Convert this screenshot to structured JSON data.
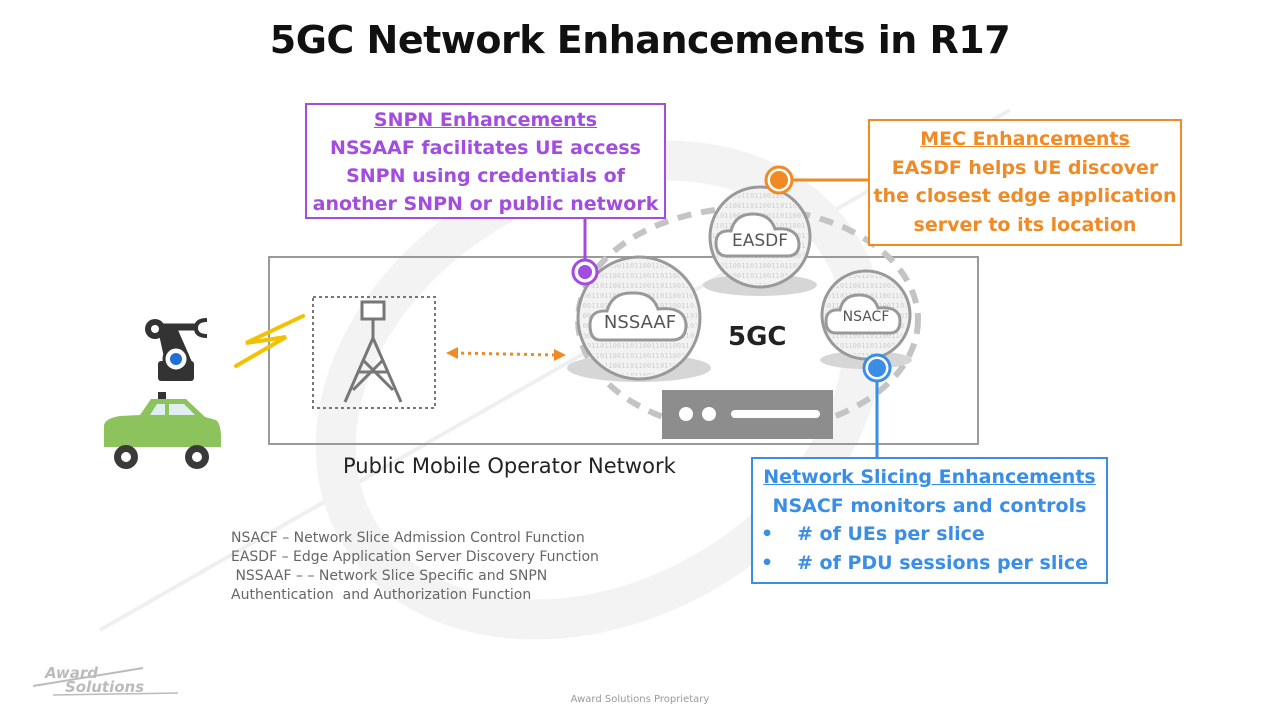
{
  "title": "5GC Network Enhancements in R17",
  "network": {
    "label": "Public Mobile Operator Network",
    "core_label": "5GC"
  },
  "functions": {
    "nssaaf": "NSSAAF",
    "easdf": "EASDF",
    "nsacf": "NSACF"
  },
  "callouts": {
    "snpn": {
      "heading": "SNPN Enhancements",
      "lines": [
        "NSSAAF facilitates UE access",
        "SNPN using credentials of",
        "another SNPN or public network"
      ],
      "color": "#a24ce0"
    },
    "mec": {
      "heading": "MEC Enhancements",
      "lines": [
        "EASDF helps UE discover",
        "the closest edge application",
        "server to its location"
      ],
      "color": "#f08a24"
    },
    "slicing": {
      "heading": "Network Slicing Enhancements",
      "lines": [
        "NSACF monitors and controls"
      ],
      "bullets": [
        "# of UEs per slice",
        "# of PDU sessions per slice"
      ],
      "bullet_symbol": "•",
      "color": "#3a8ee6"
    }
  },
  "abbreviations": [
    "NSACF – Network Slice Admission Control Function",
    "EASDF – Edge Application Server Discovery Function",
    " NSSAAF – – Network Slice Specific and SNPN",
    "Authentication  and Authorization Function"
  ],
  "footer": "Award Solutions Proprietary",
  "logo": {
    "line1": "Award",
    "line2": "Solutions"
  },
  "icons": [
    "robot-arm-icon",
    "car-icon",
    "lightning-icon",
    "cell-tower-icon",
    "server-icon",
    "cloud-icon"
  ]
}
